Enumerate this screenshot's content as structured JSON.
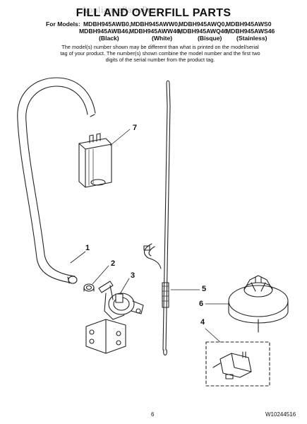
{
  "watermark": "AppliancePartsPros",
  "title": "FILL AND OVERFILL PARTS",
  "models": {
    "label": "For Models:",
    "row1": [
      "MDBH945AWB0,",
      "MDBH945AWW0,",
      "MDBH945AWQ0,",
      "MDBH945AWS0"
    ],
    "row2": [
      "MDBH945AWB46,",
      "MDBH945AWW46,",
      "MDBH945AWQ46,",
      "MDBH945AWS46"
    ],
    "colors": [
      "(Black)",
      "(White)",
      "(Bisque)",
      "(Stainless)"
    ]
  },
  "note": "The model(s) number shown may be different than what is printed on the model/serial tag of your product. The number(s) shown combine the model number and the first two digits of the serial number from the product tag.",
  "callouts": [
    "1",
    "2",
    "3",
    "4",
    "5",
    "6",
    "7"
  ],
  "footer": {
    "page": "6",
    "doc_number": "W10244516"
  }
}
